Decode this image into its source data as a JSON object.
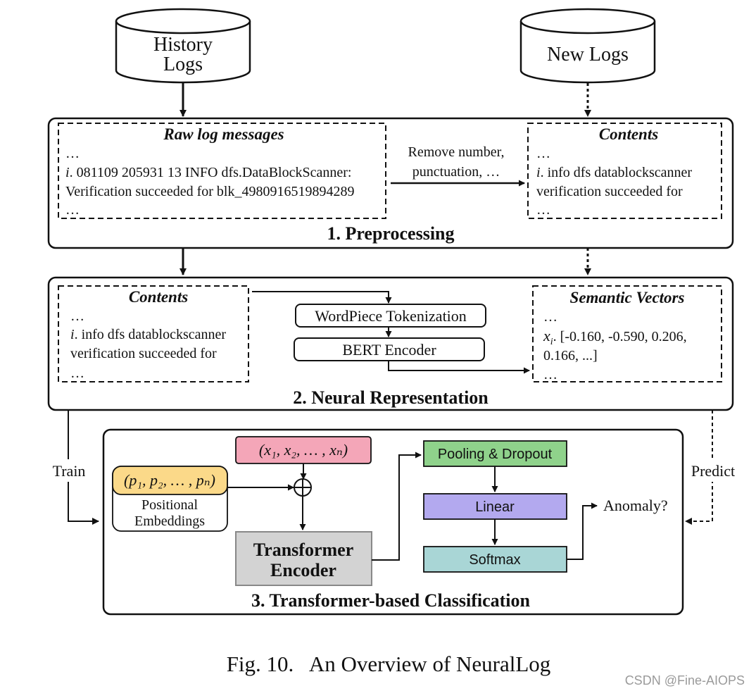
{
  "databases": {
    "history": {
      "line1": "History",
      "line2": "Logs"
    },
    "new": {
      "label": "New Logs"
    }
  },
  "preprocessing": {
    "title": "1. Preprocessing",
    "raw": {
      "title": "Raw log messages",
      "line1": "…",
      "line2_idx": "i",
      "line2": ". 081109 205931 13 INFO dfs.DataBlockScanner:",
      "line3": "Verification succeeded for blk_4980916519894289",
      "line4": "…"
    },
    "arrow_label": {
      "line1": "Remove number,",
      "line2": "punctuation, …"
    },
    "contents": {
      "title": "Contents",
      "line1": "…",
      "line2_idx": "i",
      "line2": ". info dfs datablockscanner",
      "line3": "verification succeeded for",
      "line4": "…"
    }
  },
  "neural": {
    "title": "2. Neural Representation",
    "contents": {
      "title": "Contents",
      "line1": "…",
      "line2_idx": "i",
      "line2": ". info dfs datablockscanner",
      "line3": "verification succeeded for",
      "line4": "…"
    },
    "wordpiece": "WordPiece Tokenization",
    "bert": "BERT Encoder",
    "vectors": {
      "title": "Semantic Vectors",
      "line1": "…",
      "line2_var": "x",
      "line2_sub": "i",
      "line2": ". [-0.160, -0.590, 0.206,",
      "line3": "0.166, ...]",
      "line4": "…"
    }
  },
  "classification": {
    "title": "3. Transformer-based Classification",
    "input_seq": "(x₁, x₂, … , xₙ)",
    "pos_seq": "(p₁, p₂, … , pₙ)",
    "pos_label1": "Positional",
    "pos_label2": "Embeddings",
    "plus_symbol": "⊕",
    "transformer1": "Transformer",
    "transformer2": "Encoder",
    "pooling": "Pooling & Dropout",
    "linear": "Linear",
    "softmax": "Softmax",
    "anomaly": "Anomaly?"
  },
  "side_labels": {
    "train": "Train",
    "predict": "Predict"
  },
  "caption": "Fig. 10.   An Overview of NeuralLog",
  "watermark": "CSDN @Fine-AIOPS",
  "colors": {
    "input_seq": "#f4a6b8",
    "pos_seq": "#fbd989",
    "transformer": "#d3d3d3",
    "pooling": "#8fd28b",
    "linear": "#b3a9ef",
    "softmax": "#a9d6d6"
  }
}
